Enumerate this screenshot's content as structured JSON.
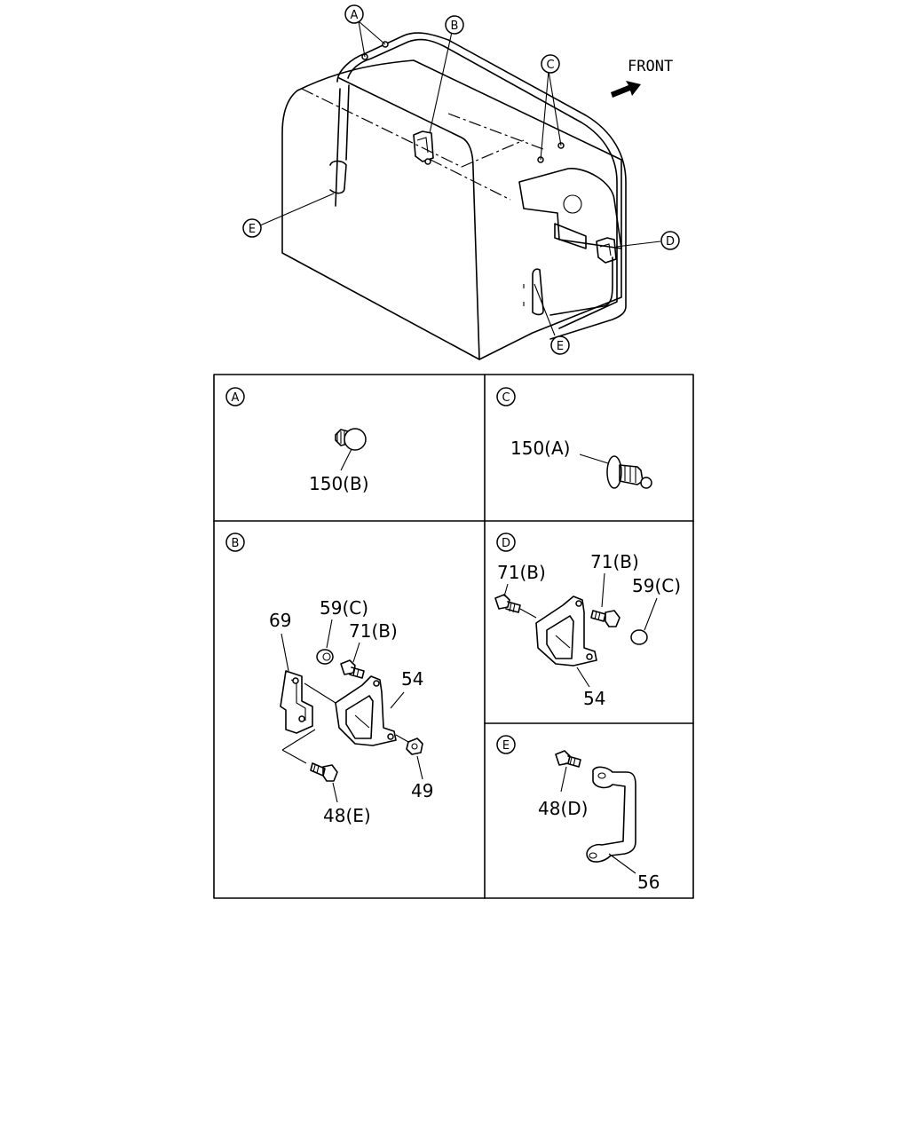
{
  "overview": {
    "front_label": "FRONT",
    "callouts": {
      "A": "A",
      "B": "B",
      "C": "C",
      "D": "D",
      "E_left": "E",
      "E_right": "E"
    }
  },
  "panels": {
    "A": {
      "letter": "A",
      "part": "150(B)"
    },
    "C": {
      "letter": "C",
      "part": "150(A)"
    },
    "B": {
      "letter": "B",
      "parts": {
        "p69": "69",
        "p59": "59(C)",
        "p71": "71(B)",
        "p54": "54",
        "p49": "49",
        "p48": "48(E)"
      }
    },
    "D": {
      "letter": "D",
      "parts": {
        "p71a": "71(B)",
        "p71b": "71(B)",
        "p59": "59(C)",
        "p54": "54"
      }
    },
    "E": {
      "letter": "E",
      "parts": {
        "p48": "48(D)",
        "p56": "56"
      }
    }
  }
}
